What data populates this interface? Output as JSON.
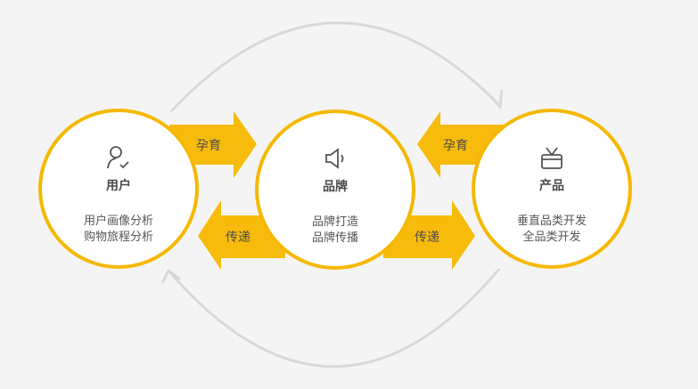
{
  "nodes": [
    {
      "icon": "user-check-icon",
      "title": "用户",
      "lines": [
        "用户画像分析",
        "购物旅程分析"
      ]
    },
    {
      "icon": "speaker-icon",
      "title": "品牌",
      "lines": [
        "品牌打造",
        "品牌传播"
      ]
    },
    {
      "icon": "tv-icon",
      "title": "产品",
      "lines": [
        "垂直品类开发",
        "全品类开发"
      ]
    }
  ],
  "arrows": {
    "user_to_brand": "孕育",
    "brand_to_user": "传递",
    "product_to_brand": "孕育",
    "brand_to_product": "传递"
  },
  "colors": {
    "accent": "#f5b800",
    "cycle": "#d8d8d8"
  }
}
